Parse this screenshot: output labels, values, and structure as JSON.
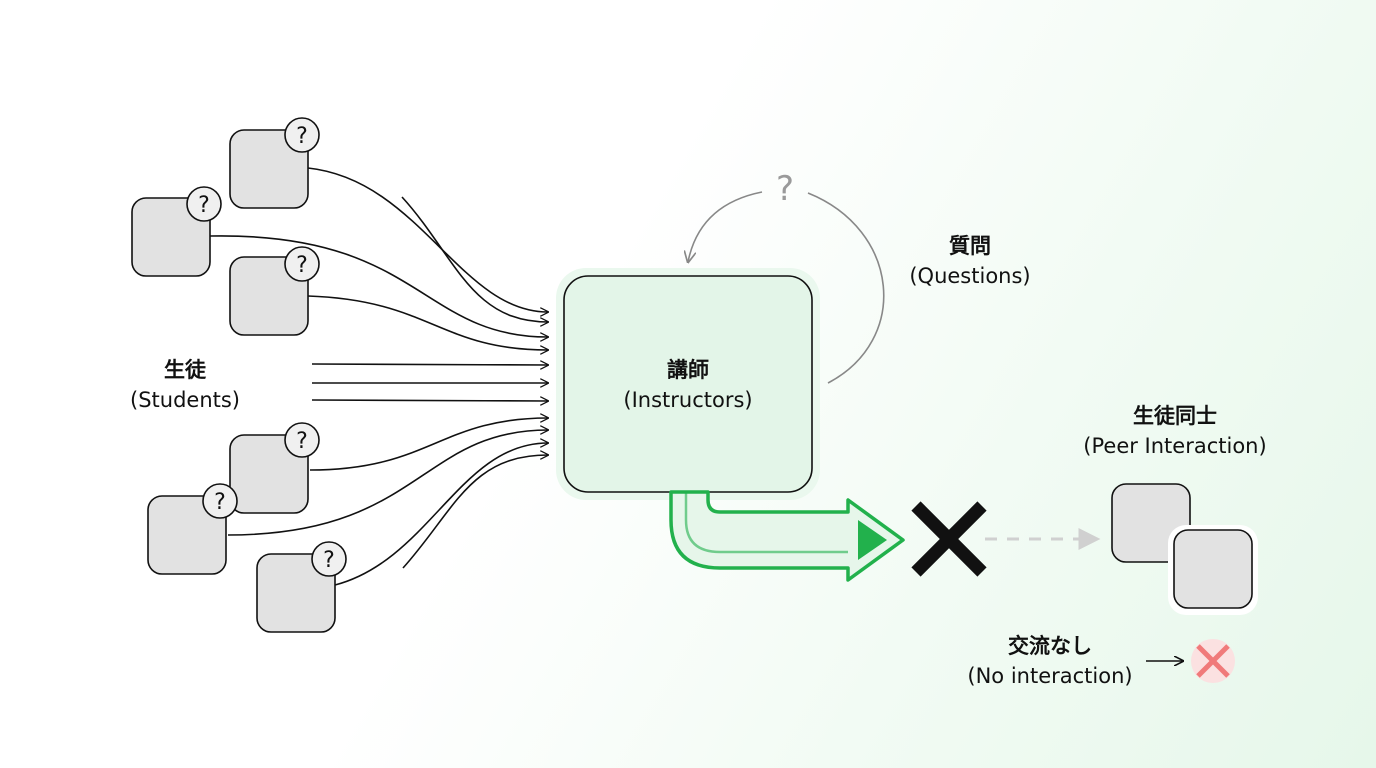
{
  "labels": {
    "students": {
      "ja": "生徒",
      "en": "(Students)"
    },
    "instructor": {
      "ja": "講師",
      "en": "(Instructors)"
    },
    "questions": {
      "ja": "質問",
      "en": "(Questions)"
    },
    "peer": {
      "ja": "生徒同士",
      "en": "(Peer Interaction)"
    },
    "no_interaction": {
      "ja": "交流なし",
      "en": "(No interaction)"
    }
  },
  "glyphs": {
    "question": "?"
  },
  "colors": {
    "instructor_fill": "#e3f5e8",
    "green_arrow": "#22b14c",
    "student_fill": "#e2e2e2",
    "x_mark": "#111111",
    "small_x": "#f07a7a"
  }
}
